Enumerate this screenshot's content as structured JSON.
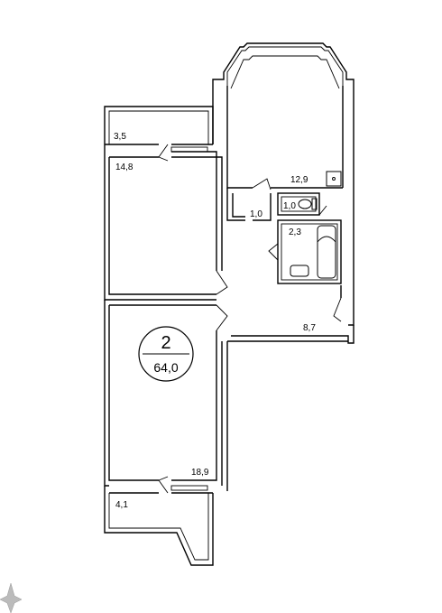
{
  "areas": {
    "balcony_top": "3,5",
    "bedroom": "14,8",
    "kitchen": "12,9",
    "toilet": "1,0",
    "closet": "1,0",
    "bathroom": "2,3",
    "hall": "8,7",
    "living_room": "18,9",
    "balcony_bottom": "4,1"
  },
  "badge": {
    "rooms": "2",
    "total_area": "64,0"
  }
}
